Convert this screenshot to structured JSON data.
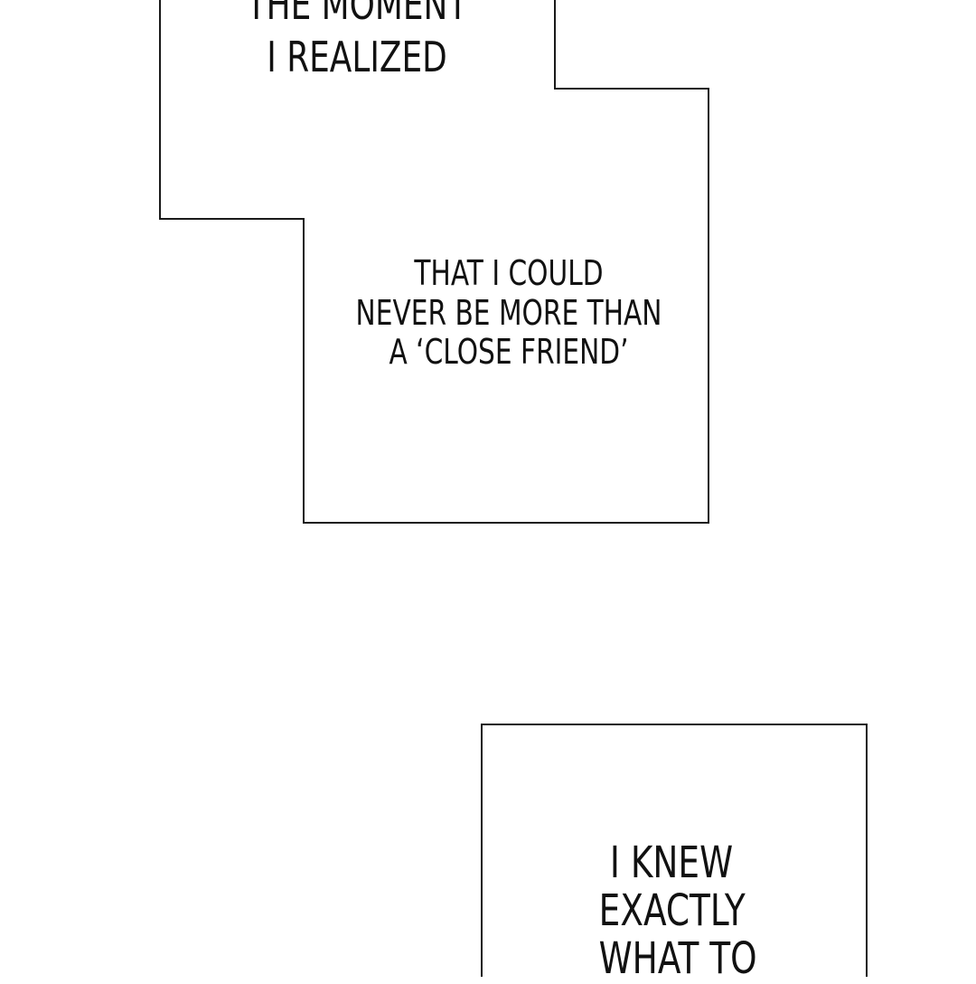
{
  "panels": {
    "top_caption": {
      "lines": [
        "THE MOMENT",
        "I REALIZED"
      ]
    },
    "middle_caption": {
      "lines": [
        "THAT I COULD",
        "NEVER BE MORE THAN",
        "A ‘CLOSE FRIEND’"
      ]
    },
    "bottom_caption": {
      "lines": [
        "I KNEW",
        "EXACTLY",
        "WHAT TO"
      ]
    }
  },
  "colors": {
    "background": "#ffffff",
    "outline": "#1a1a1a",
    "text": "#111111"
  }
}
